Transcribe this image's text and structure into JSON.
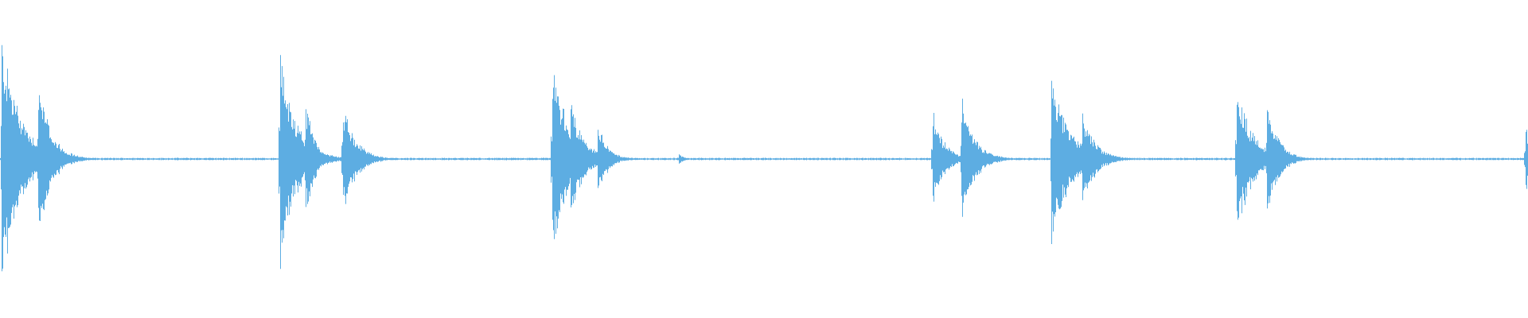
{
  "waveform": {
    "color": "#5dade2",
    "background": "#ffffff",
    "baseline_amplitude": 0.008,
    "transients": [
      {
        "t": 0.001,
        "peak": 0.85,
        "decay": 0.012
      },
      {
        "t": 0.025,
        "peak": 0.55,
        "decay": 0.008
      },
      {
        "t": 0.183,
        "peak": 0.75,
        "decay": 0.01
      },
      {
        "t": 0.2,
        "peak": 0.38,
        "decay": 0.006
      },
      {
        "t": 0.224,
        "peak": 0.4,
        "decay": 0.008
      },
      {
        "t": 0.361,
        "peak": 0.64,
        "decay": 0.012
      },
      {
        "t": 0.373,
        "peak": 0.4,
        "decay": 0.008
      },
      {
        "t": 0.391,
        "peak": 0.26,
        "decay": 0.006
      },
      {
        "t": 0.444,
        "peak": 0.04,
        "decay": 0.003
      },
      {
        "t": 0.61,
        "peak": 0.36,
        "decay": 0.007
      },
      {
        "t": 0.629,
        "peak": 0.46,
        "decay": 0.008
      },
      {
        "t": 0.688,
        "peak": 0.62,
        "decay": 0.011
      },
      {
        "t": 0.708,
        "peak": 0.34,
        "decay": 0.008
      },
      {
        "t": 0.809,
        "peak": 0.53,
        "decay": 0.01
      },
      {
        "t": 0.829,
        "peak": 0.42,
        "decay": 0.007
      },
      {
        "t": 0.998,
        "peak": 0.25,
        "decay": 0.004
      }
    ]
  }
}
